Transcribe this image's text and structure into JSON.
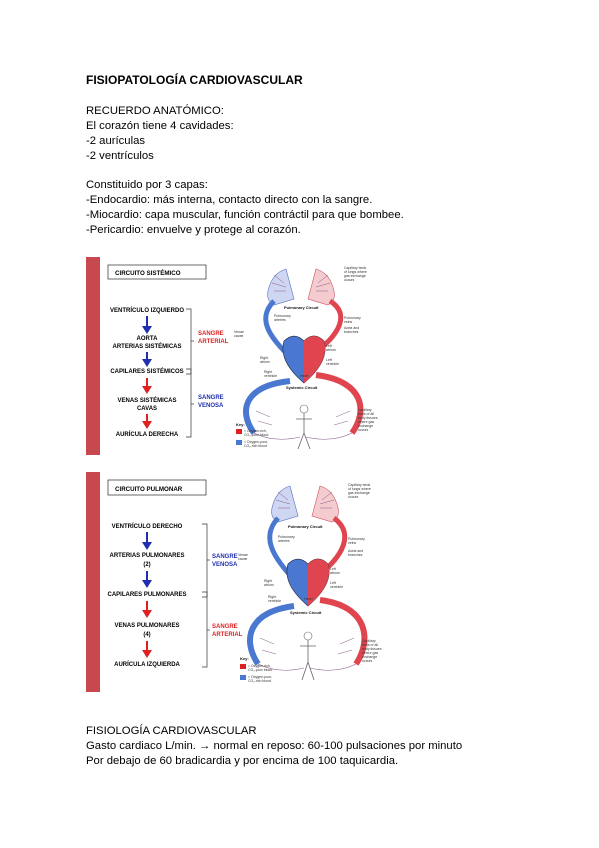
{
  "doc": {
    "title": "FISIOPATOLOGÍA CARDIOVASCULAR",
    "anatomy": {
      "heading": "RECUERDO ANATÓMICO:",
      "lines": [
        "El corazón tiene 4 cavidades:",
        "-2 aurículas",
        "-2 ventrículos"
      ]
    },
    "layers": {
      "heading": "Constituido por 3 capas:",
      "lines": [
        "-Endocardio: más interna, contacto directo con la sangre.",
        "-Miocardio: capa muscular, función contráctil para que bombee.",
        "-Pericardio: envuelve y protege al corazón."
      ]
    },
    "physiology": {
      "heading": "FISIOLOGÍA CARDIOVASCULAR",
      "lines": [
        "Gasto cardiaco L/min. → normal en reposo: 60-100 pulsaciones por minuto",
        "Por debajo de 60 bradicardia y por encima de 100 taquicardia."
      ]
    }
  },
  "figures": [
    {
      "box_title": "CIRCUITO SISTÉMICO",
      "steps": [
        "VENTRÍCULO IZQUIERDO",
        "AORTA",
        "ARTERIAS SISTÉMICAS",
        "CAPILARES SISTÉMICOS",
        "VENAS SISTÉMICAS",
        "CAVAS",
        "AURÍCULA DERECHA"
      ],
      "tag_top": [
        "SANGRE",
        "ARTERIAL"
      ],
      "tag_bottom": [
        "SANGRE",
        "VENOSA"
      ],
      "diagram": {
        "lungs_cap": [
          "Capillary beds",
          "of lungs where",
          "gas exchange",
          "occurs"
        ],
        "pulmonary_circuit": "Pulmonary Circuit",
        "pulmonary_arteries": [
          "Pulmonary",
          "arteries"
        ],
        "pulmonary_veins": [
          "Pulmonary",
          "veins"
        ],
        "aorta": [
          "Aorta and",
          "branches"
        ],
        "venae_cavae": [
          "Venae",
          "cavae"
        ],
        "left_atrium": [
          "Left",
          "atrium"
        ],
        "left_ventricle": [
          "Left",
          "ventricle"
        ],
        "right_atrium": [
          "Right",
          "atrium"
        ],
        "right_ventricle": [
          "Right",
          "ventricle"
        ],
        "heart": "Heart",
        "systemic_circuit": "Systemic Circuit",
        "body_cap": [
          "Capillary",
          "beds of all",
          "body tissues",
          "where gas",
          "exchange",
          "occurs"
        ],
        "key": "Key:",
        "key_red": [
          "= Oxygen-rich,",
          "CO₂-poor blood"
        ],
        "key_blue": [
          "= Oxygen-poor,",
          "CO₂-rich blood"
        ]
      }
    },
    {
      "box_title": "CIRCUITO PULMONAR",
      "steps": [
        "VENTRÍCULO DERECHO",
        "ARTERIAS PULMONARES",
        "(2)",
        "CAPILARES PULMONARES",
        "VENAS PULMONARES",
        "(4)",
        "AURÍCULA IZQUIERDA"
      ],
      "tag_top": [
        "SANGRE",
        "VENOSA"
      ],
      "tag_bottom": [
        "SANGRE",
        "ARTERIAL"
      ],
      "diagram": {
        "lungs_cap": [
          "Capillary beds",
          "of lungs where",
          "gas exchange",
          "occurs"
        ],
        "pulmonary_circuit": "Pulmonary Circuit",
        "pulmonary_arteries": [
          "Pulmonary",
          "arteries"
        ],
        "pulmonary_veins": [
          "Pulmonary",
          "veins"
        ],
        "aorta": [
          "Aorta and",
          "branches"
        ],
        "venae_cavae": [
          "Venae",
          "cavae"
        ],
        "left_atrium": [
          "Left",
          "atrium"
        ],
        "left_ventricle": [
          "Left",
          "ventricle"
        ],
        "right_atrium": [
          "Right",
          "atrium"
        ],
        "right_ventricle": [
          "Right",
          "ventricle"
        ],
        "heart": "Heart",
        "systemic_circuit": "Systemic Circuit",
        "body_cap": [
          "Capillary",
          "beds of all",
          "body tissues",
          "where gas",
          "exchange",
          "occurs"
        ],
        "key": "Key:",
        "key_red": [
          "= Oxygen-rich,",
          "CO₂-poor blood"
        ],
        "key_blue": [
          "= Oxygen-poor,",
          "CO₂-rich blood"
        ]
      }
    }
  ],
  "colors": {
    "arterial": "#e02020",
    "venous": "#1f2fb0",
    "bar": "#c8484f"
  }
}
